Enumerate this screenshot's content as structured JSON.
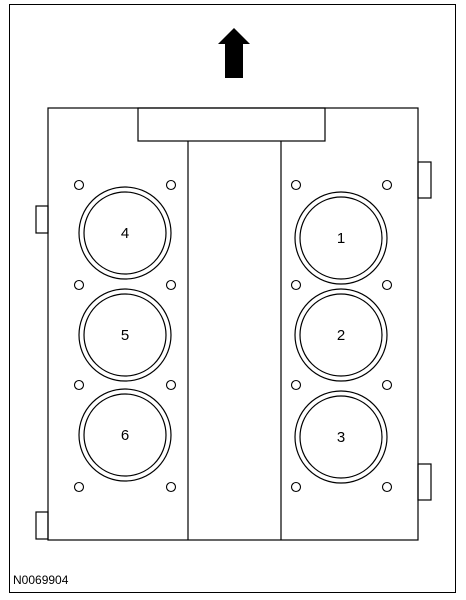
{
  "diagram": {
    "cylinders": {
      "c1": "1",
      "c2": "2",
      "c3": "3",
      "c4": "4",
      "c5": "5",
      "c6": "6"
    },
    "figure_id": "N0069904",
    "colors": {
      "line": "#000000",
      "background": "#ffffff"
    },
    "icons": {
      "direction": "arrow-up-icon"
    }
  }
}
